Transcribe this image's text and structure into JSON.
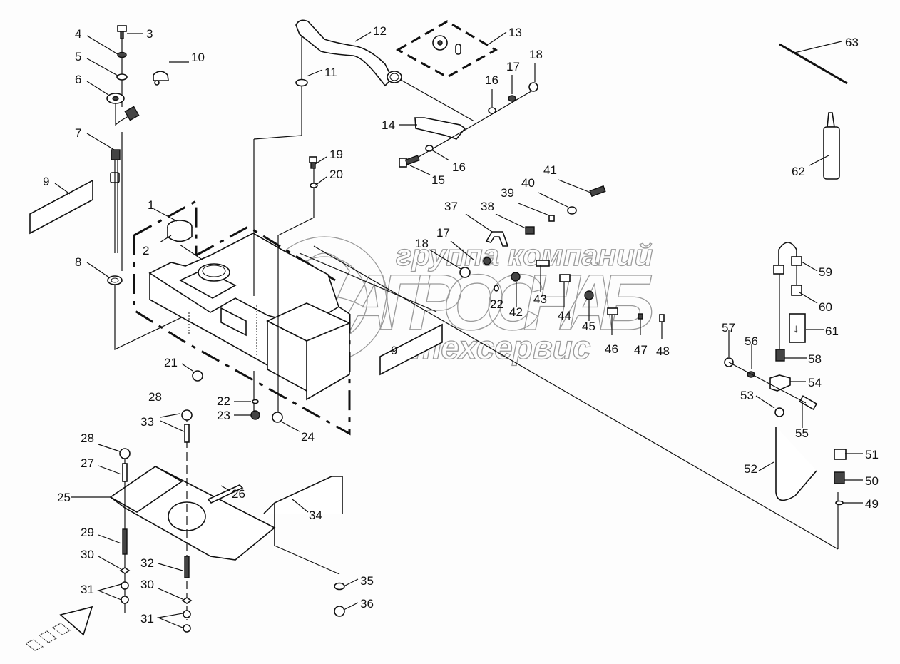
{
  "diagram": {
    "type": "exploded-parts-diagram",
    "subject": "fuel tank assembly",
    "watermark": {
      "line1": "группа компаний",
      "line2": "АГРОСНАБ",
      "line3": "техсервис"
    },
    "callouts": [
      {
        "id": "1",
        "label": "1"
      },
      {
        "id": "2",
        "label": "2"
      },
      {
        "id": "3",
        "label": "3"
      },
      {
        "id": "4",
        "label": "4"
      },
      {
        "id": "5",
        "label": "5"
      },
      {
        "id": "6",
        "label": "6"
      },
      {
        "id": "7",
        "label": "7"
      },
      {
        "id": "8",
        "label": "8"
      },
      {
        "id": "9a",
        "label": "9"
      },
      {
        "id": "9b",
        "label": "9"
      },
      {
        "id": "10",
        "label": "10"
      },
      {
        "id": "11",
        "label": "11"
      },
      {
        "id": "12",
        "label": "12"
      },
      {
        "id": "13",
        "label": "13"
      },
      {
        "id": "14",
        "label": "14"
      },
      {
        "id": "15",
        "label": "15"
      },
      {
        "id": "16a",
        "label": "16"
      },
      {
        "id": "16b",
        "label": "16"
      },
      {
        "id": "17a",
        "label": "17"
      },
      {
        "id": "17b",
        "label": "17"
      },
      {
        "id": "18a",
        "label": "18"
      },
      {
        "id": "18b",
        "label": "18"
      },
      {
        "id": "19",
        "label": "19"
      },
      {
        "id": "20",
        "label": "20"
      },
      {
        "id": "21",
        "label": "21"
      },
      {
        "id": "22a",
        "label": "22"
      },
      {
        "id": "22b",
        "label": "22"
      },
      {
        "id": "23",
        "label": "23"
      },
      {
        "id": "24",
        "label": "24"
      },
      {
        "id": "25",
        "label": "25"
      },
      {
        "id": "26",
        "label": "26"
      },
      {
        "id": "27",
        "label": "27"
      },
      {
        "id": "28a",
        "label": "28"
      },
      {
        "id": "28b",
        "label": "28"
      },
      {
        "id": "29",
        "label": "29"
      },
      {
        "id": "30a",
        "label": "30"
      },
      {
        "id": "30b",
        "label": "30"
      },
      {
        "id": "31a",
        "label": "31"
      },
      {
        "id": "31b",
        "label": "31"
      },
      {
        "id": "32",
        "label": "32"
      },
      {
        "id": "33",
        "label": "33"
      },
      {
        "id": "34",
        "label": "34"
      },
      {
        "id": "35",
        "label": "35"
      },
      {
        "id": "36",
        "label": "36"
      },
      {
        "id": "37",
        "label": "37"
      },
      {
        "id": "38",
        "label": "38"
      },
      {
        "id": "39",
        "label": "39"
      },
      {
        "id": "40",
        "label": "40"
      },
      {
        "id": "41",
        "label": "41"
      },
      {
        "id": "42",
        "label": "42"
      },
      {
        "id": "43",
        "label": "43"
      },
      {
        "id": "44",
        "label": "44"
      },
      {
        "id": "45",
        "label": "45"
      },
      {
        "id": "46",
        "label": "46"
      },
      {
        "id": "47",
        "label": "47"
      },
      {
        "id": "48",
        "label": "48"
      },
      {
        "id": "49",
        "label": "49"
      },
      {
        "id": "50",
        "label": "50"
      },
      {
        "id": "51",
        "label": "51"
      },
      {
        "id": "52",
        "label": "52"
      },
      {
        "id": "53",
        "label": "53"
      },
      {
        "id": "54",
        "label": "54"
      },
      {
        "id": "55",
        "label": "55"
      },
      {
        "id": "56",
        "label": "56"
      },
      {
        "id": "57",
        "label": "57"
      },
      {
        "id": "58",
        "label": "58"
      },
      {
        "id": "59",
        "label": "59"
      },
      {
        "id": "60",
        "label": "60"
      },
      {
        "id": "61",
        "label": "61"
      },
      {
        "id": "62",
        "label": "62"
      },
      {
        "id": "63",
        "label": "63"
      }
    ]
  }
}
